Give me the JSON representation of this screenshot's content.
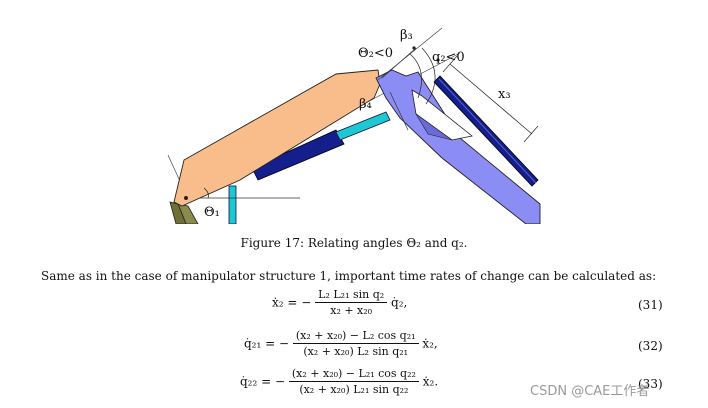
{
  "figure": {
    "labels": {
      "beta3": "β₃",
      "theta2": "Θ₂<0",
      "q2": "q₂<0",
      "x3": "x₃",
      "beta4": "β₄",
      "theta1": "Θ₁"
    }
  },
  "caption": "Figure 17: Relating angles Θ₂ and q₂.",
  "paragraph": "Same as in the case of manipulator structure 1, important time rates of change can be calculated as:",
  "equations": [
    {
      "lhs": "ẋ₂ = −",
      "num": "L₂ L₂₁ sin q₂",
      "den": "x₂ + x₂₀",
      "rhs": "q̇₂,",
      "number": "(31)"
    },
    {
      "lhs": "q̇₂₁ = −",
      "num": "(x₂ + x₂₀) − L₂ cos q₂₁",
      "den": "(x₂ + x₂₀) L₂ sin q₂₁",
      "rhs": "ẋ₂,",
      "number": "(32)"
    },
    {
      "lhs": "q̇₂₂ = −",
      "num": "(x₂ + x₂₀) − L₂₁ cos q₂₂",
      "den": "(x₂ + x₂₀) L₂₁ sin q₂₂",
      "rhs": "ẋ₂.",
      "number": "(33)"
    }
  ],
  "watermark": "CSDN @CAE工作者",
  "colors": {
    "link1": "#f9bd8c",
    "link2": "#8c8cf5",
    "cylinder_dark": "#141e8c",
    "rod": "#1ec8d2",
    "base": "#8a8a4a"
  }
}
